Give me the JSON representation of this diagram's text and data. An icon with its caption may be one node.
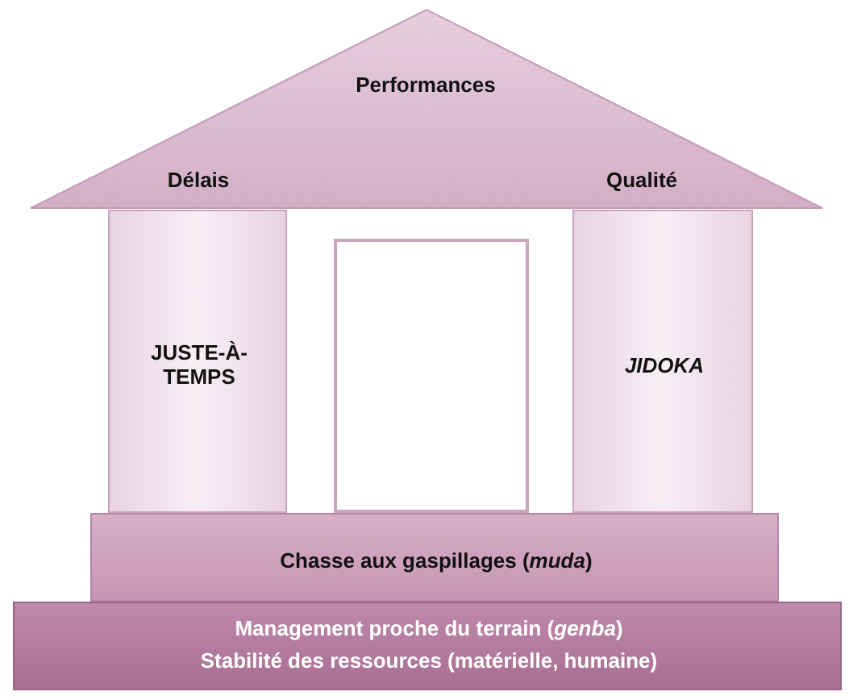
{
  "diagram": {
    "nodes": [
      {
        "text": [
          "Performances",
          "Délais",
          "Qualité"
        ]
      },
      {
        "text": [
          "JUSTE-À-TEMPS"
        ]
      },
      {
        "text": [],
        "shape": "box"
      },
      {
        "text": [
          "JIDOKA"
        ]
      },
      {
        "text": [
          "Chasse aux gaspillages (*muda*)"
        ]
      },
      {
        "text": [
          "Management proche du terrain (*genba*)",
          "Stabilité des ressources (matérielle, humaine)"
        ]
      }
    ]
  }
}
